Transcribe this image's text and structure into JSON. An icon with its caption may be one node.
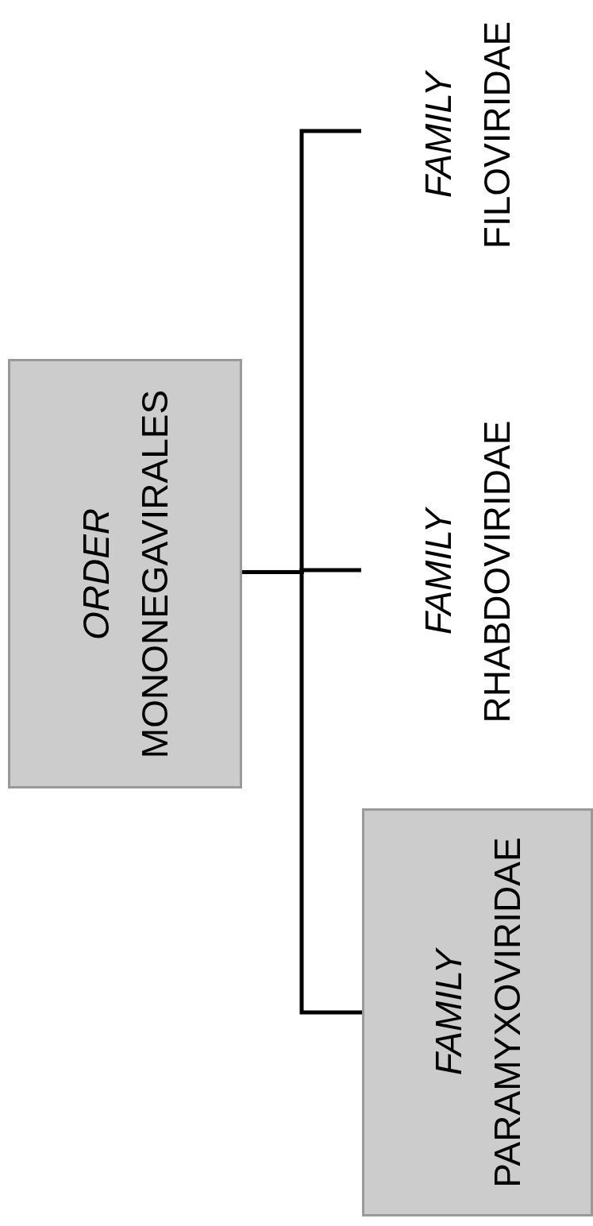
{
  "diagram": {
    "nodes": [
      {
        "text": [
          "ORDER",
          "MONONEGAVIRALES"
        ]
      },
      {
        "text": [
          "FAMILY",
          "FILOVIRIDAE"
        ]
      },
      {
        "text": [
          "FAMILY",
          "RHABDOVIRIDAE"
        ]
      },
      {
        "text": [
          "FAMILY",
          "PARAMYXOVIRIDAE"
        ]
      }
    ],
    "edges": [
      {
        "from": 0,
        "to": 1,
        "arrow": "none"
      },
      {
        "from": 0,
        "to": 2,
        "arrow": "none"
      },
      {
        "from": 0,
        "to": 3,
        "arrow": "none"
      }
    ]
  }
}
